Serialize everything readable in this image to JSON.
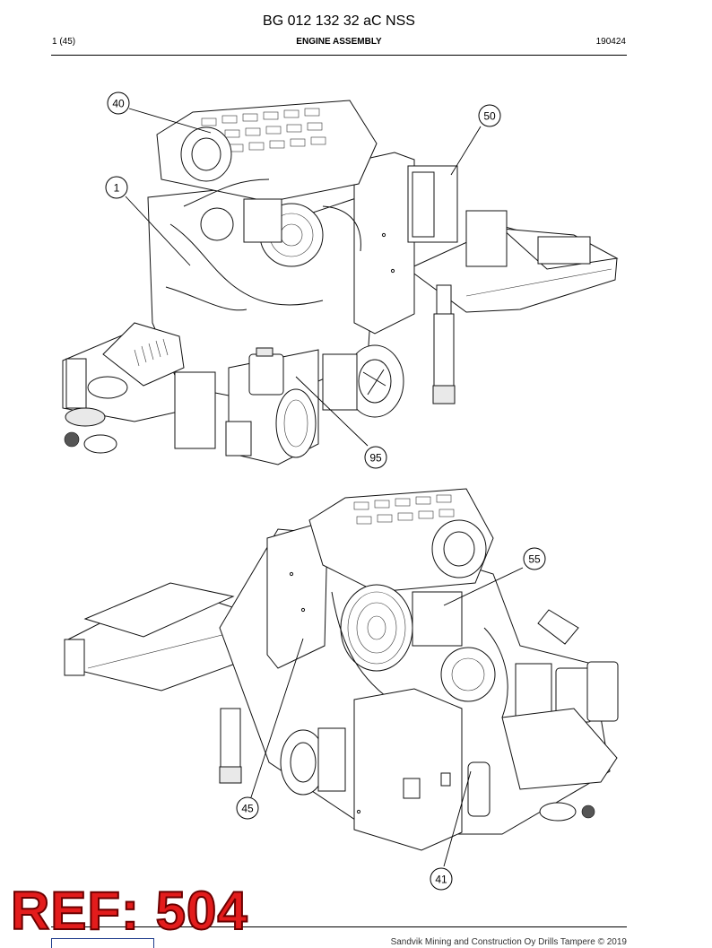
{
  "header": {
    "doc_number": "BG 012 132 32 aC NSS",
    "page_count": "1 (45)",
    "section_title": "ENGINE ASSEMBLY",
    "date_code": "190424"
  },
  "callouts": [
    {
      "id": "c40",
      "label": "40"
    },
    {
      "id": "c50",
      "label": "50"
    },
    {
      "id": "c1",
      "label": "1"
    },
    {
      "id": "c95",
      "label": "95"
    },
    {
      "id": "c55",
      "label": "55"
    },
    {
      "id": "c45",
      "label": "45"
    },
    {
      "id": "c41",
      "label": "41"
    }
  ],
  "stamp": {
    "text": "REF: 504",
    "color": "#e31c1c"
  },
  "footer": {
    "copyright": "Sandvik Mining and Construction Oy Drills Tampere © 2019"
  }
}
